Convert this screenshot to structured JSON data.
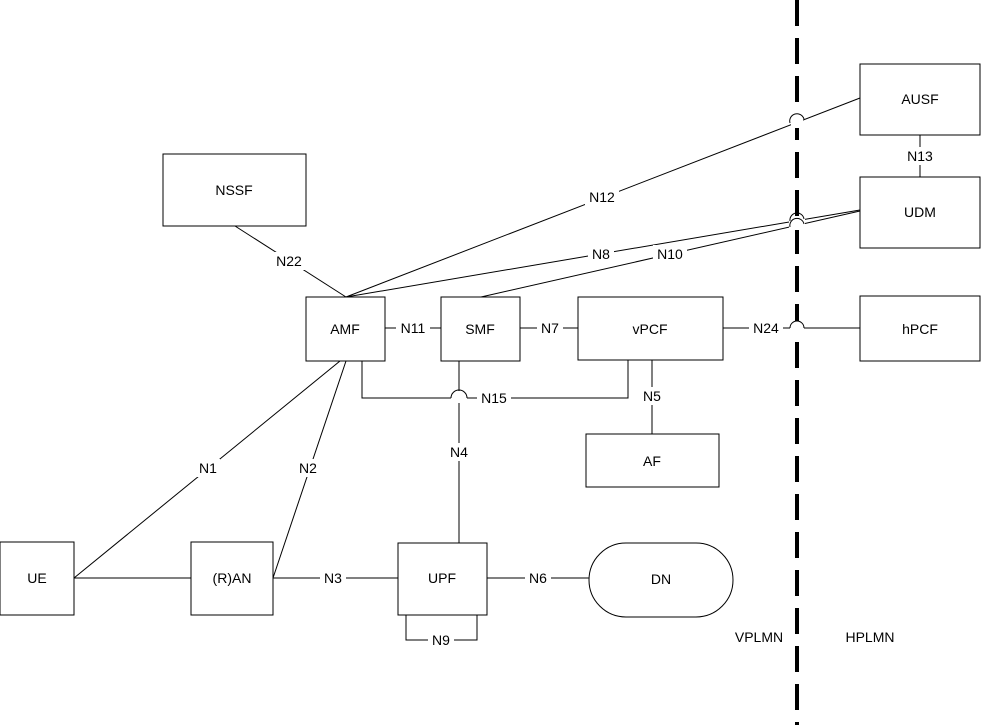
{
  "nodes": {
    "ue": "UE",
    "ran": "(R)AN",
    "upf": "UPF",
    "dn": "DN",
    "amf": "AMF",
    "smf": "SMF",
    "vpcf": "vPCF",
    "af": "AF",
    "nssf": "NSSF",
    "ausf": "AUSF",
    "udm": "UDM",
    "hpcf": "hPCF"
  },
  "interfaces": {
    "n1": "N1",
    "n2": "N2",
    "n3": "N3",
    "n4": "N4",
    "n5": "N5",
    "n6": "N6",
    "n7": "N7",
    "n8": "N8",
    "n9": "N9",
    "n10": "N10",
    "n11": "N11",
    "n12": "N12",
    "n13": "N13",
    "n15": "N15",
    "n22": "N22",
    "n24": "N24"
  },
  "regions": {
    "visited": "VPLMN",
    "home": "HPLMN"
  }
}
